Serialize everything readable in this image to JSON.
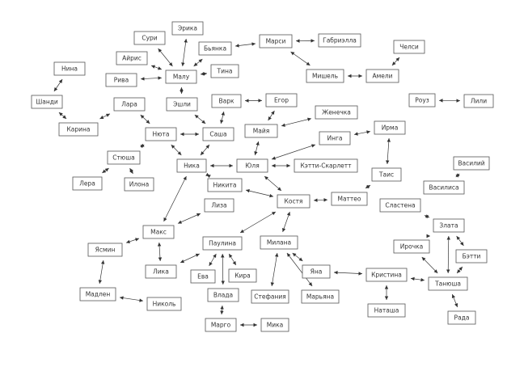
{
  "nodes": [
    {
      "id": "suri",
      "label": "Сури"
    },
    {
      "id": "erika",
      "label": "Эрика"
    },
    {
      "id": "byanka",
      "label": "Бьянка"
    },
    {
      "id": "marsi",
      "label": "Марси"
    },
    {
      "id": "gabriella",
      "label": "Габриэлла"
    },
    {
      "id": "chelsi",
      "label": "Челси"
    },
    {
      "id": "nina",
      "label": "Нина"
    },
    {
      "id": "airis",
      "label": "Айрис"
    },
    {
      "id": "riva",
      "label": "Рива"
    },
    {
      "id": "malu",
      "label": "Малу"
    },
    {
      "id": "tina",
      "label": "Тина"
    },
    {
      "id": "mishel",
      "label": "Мишель"
    },
    {
      "id": "ameli",
      "label": "Амели"
    },
    {
      "id": "shandi",
      "label": "Шанди"
    },
    {
      "id": "lara",
      "label": "Лара"
    },
    {
      "id": "eshli",
      "label": "Эшли"
    },
    {
      "id": "vark",
      "label": "Варк"
    },
    {
      "id": "egor",
      "label": "Егор"
    },
    {
      "id": "rouz",
      "label": "Роуз"
    },
    {
      "id": "lili",
      "label": "Лили"
    },
    {
      "id": "karina",
      "label": "Карина"
    },
    {
      "id": "nyuta",
      "label": "Нюта"
    },
    {
      "id": "sasha",
      "label": "Саша"
    },
    {
      "id": "maya",
      "label": "Майя"
    },
    {
      "id": "zhenechka",
      "label": "Женечка"
    },
    {
      "id": "irma",
      "label": "Ирма"
    },
    {
      "id": "inga",
      "label": "Инга"
    },
    {
      "id": "styusha",
      "label": "Стюша"
    },
    {
      "id": "nika",
      "label": "Ника"
    },
    {
      "id": "yulya",
      "label": "Юля"
    },
    {
      "id": "ketti",
      "label": "Кэтти-Скарлетт"
    },
    {
      "id": "vasiliy",
      "label": "Василий"
    },
    {
      "id": "lera",
      "label": "Лера"
    },
    {
      "id": "ilona",
      "label": "Илона"
    },
    {
      "id": "nikita",
      "label": "Никита"
    },
    {
      "id": "tais",
      "label": "Таис"
    },
    {
      "id": "vasilisa",
      "label": "Василиса"
    },
    {
      "id": "kostya",
      "label": "Костя"
    },
    {
      "id": "matteo",
      "label": "Маттео"
    },
    {
      "id": "liza",
      "label": "Лиза"
    },
    {
      "id": "slastena",
      "label": "Сластена"
    },
    {
      "id": "maks",
      "label": "Макс"
    },
    {
      "id": "zlata",
      "label": "Злата"
    },
    {
      "id": "paulina",
      "label": "Паулина"
    },
    {
      "id": "milana",
      "label": "Милана"
    },
    {
      "id": "yasmin",
      "label": "Ясмин"
    },
    {
      "id": "irochka",
      "label": "Ирочка"
    },
    {
      "id": "betti",
      "label": "Бэтти"
    },
    {
      "id": "lika",
      "label": "Лика"
    },
    {
      "id": "eva",
      "label": "Ева"
    },
    {
      "id": "kira",
      "label": "Кира"
    },
    {
      "id": "yana",
      "label": "Яна"
    },
    {
      "id": "kristina",
      "label": "Кристина"
    },
    {
      "id": "tanyusha",
      "label": "Танюша"
    },
    {
      "id": "madlen",
      "label": "Мадлен"
    },
    {
      "id": "vlada",
      "label": "Влада"
    },
    {
      "id": "stefaniya",
      "label": "Стефания"
    },
    {
      "id": "maryana",
      "label": "Марьяна"
    },
    {
      "id": "nikol",
      "label": "Николь"
    },
    {
      "id": "natasha",
      "label": "Наташа"
    },
    {
      "id": "rada",
      "label": "Рада"
    },
    {
      "id": "margo",
      "label": "Марго"
    },
    {
      "id": "mika",
      "label": "Мика"
    }
  ],
  "edges": [
    [
      "suri",
      "malu"
    ],
    [
      "erika",
      "malu"
    ],
    [
      "airis",
      "malu"
    ],
    [
      "riva",
      "malu"
    ],
    [
      "malu",
      "tina"
    ],
    [
      "malu",
      "byanka"
    ],
    [
      "malu",
      "eshli"
    ],
    [
      "byanka",
      "marsi"
    ],
    [
      "marsi",
      "gabriella"
    ],
    [
      "marsi",
      "mishel"
    ],
    [
      "mishel",
      "ameli"
    ],
    [
      "ameli",
      "chelsi"
    ],
    [
      "nina",
      "shandi"
    ],
    [
      "shandi",
      "karina"
    ],
    [
      "karina",
      "lara"
    ],
    [
      "lara",
      "nyuta"
    ],
    [
      "eshli",
      "sasha"
    ],
    [
      "nyuta",
      "sasha"
    ],
    [
      "vark",
      "egor"
    ],
    [
      "vark",
      "sasha"
    ],
    [
      "egor",
      "maya"
    ],
    [
      "maya",
      "zhenechka"
    ],
    [
      "maya",
      "yulya"
    ],
    [
      "rouz",
      "lili"
    ],
    [
      "nyuta",
      "styusha"
    ],
    [
      "nyuta",
      "nika"
    ],
    [
      "sasha",
      "nika"
    ],
    [
      "styusha",
      "lera"
    ],
    [
      "styusha",
      "ilona"
    ],
    [
      "nika",
      "yulya"
    ],
    [
      "yulya",
      "ketti"
    ],
    [
      "yulya",
      "inga"
    ],
    [
      "yulya",
      "kostya"
    ],
    [
      "inga",
      "irma"
    ],
    [
      "irma",
      "tais"
    ],
    [
      "tais",
      "matteo"
    ],
    [
      "nika",
      "nikita"
    ],
    [
      "nikita",
      "kostya"
    ],
    [
      "kostya",
      "matteo"
    ],
    [
      "nika",
      "maks"
    ],
    [
      "maks",
      "liza"
    ],
    [
      "kostya",
      "paulina"
    ],
    [
      "kostya",
      "milana"
    ],
    [
      "maks",
      "yasmin"
    ],
    [
      "maks",
      "lika"
    ],
    [
      "yasmin",
      "madlen"
    ],
    [
      "madlen",
      "nikol"
    ],
    [
      "paulina",
      "lika"
    ],
    [
      "paulina",
      "eva"
    ],
    [
      "paulina",
      "kira"
    ],
    [
      "paulina",
      "vlada"
    ],
    [
      "vlada",
      "margo"
    ],
    [
      "margo",
      "mika"
    ],
    [
      "milana",
      "stefaniya"
    ],
    [
      "milana",
      "maryana"
    ],
    [
      "milana",
      "yana"
    ],
    [
      "yana",
      "kristina"
    ],
    [
      "kristina",
      "natasha"
    ],
    [
      "vasiliy",
      "vasilisa"
    ],
    [
      "slastena",
      "zlata"
    ],
    [
      "zlata",
      "irochka"
    ],
    [
      "zlata",
      "betti"
    ],
    [
      "zlata",
      "tanyusha"
    ],
    [
      "irochka",
      "tanyusha"
    ],
    [
      "betti",
      "tanyusha"
    ],
    [
      "tanyusha",
      "rada"
    ],
    [
      "kristina",
      "tanyusha"
    ]
  ]
}
